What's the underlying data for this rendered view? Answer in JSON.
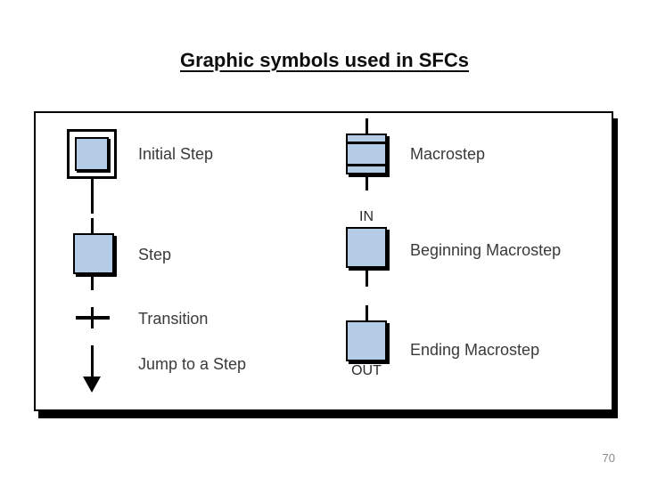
{
  "slide": {
    "title": "Graphic symbols used in SFCs",
    "page_number": "70"
  },
  "colors": {
    "step_fill": "#B4CCE6",
    "outline": "#000000",
    "label_text": "#3A3A3A",
    "title_text": "#0D0D0D",
    "page_number_text": "#8A8A8A"
  },
  "legend": {
    "left_items": [
      {
        "id": "initial-step",
        "label": "Initial Step"
      },
      {
        "id": "step",
        "label": "Step"
      },
      {
        "id": "transition",
        "label": "Transition"
      },
      {
        "id": "jump-to-a-step",
        "label": "Jump to a Step"
      }
    ],
    "right_items": [
      {
        "id": "macrostep",
        "label": "Macrostep"
      },
      {
        "id": "beginning-macrostep",
        "label": "Beginning Macrostep",
        "port_label": "IN"
      },
      {
        "id": "ending-macrostep",
        "label": "Ending Macrostep",
        "port_label": "OUT"
      }
    ]
  }
}
